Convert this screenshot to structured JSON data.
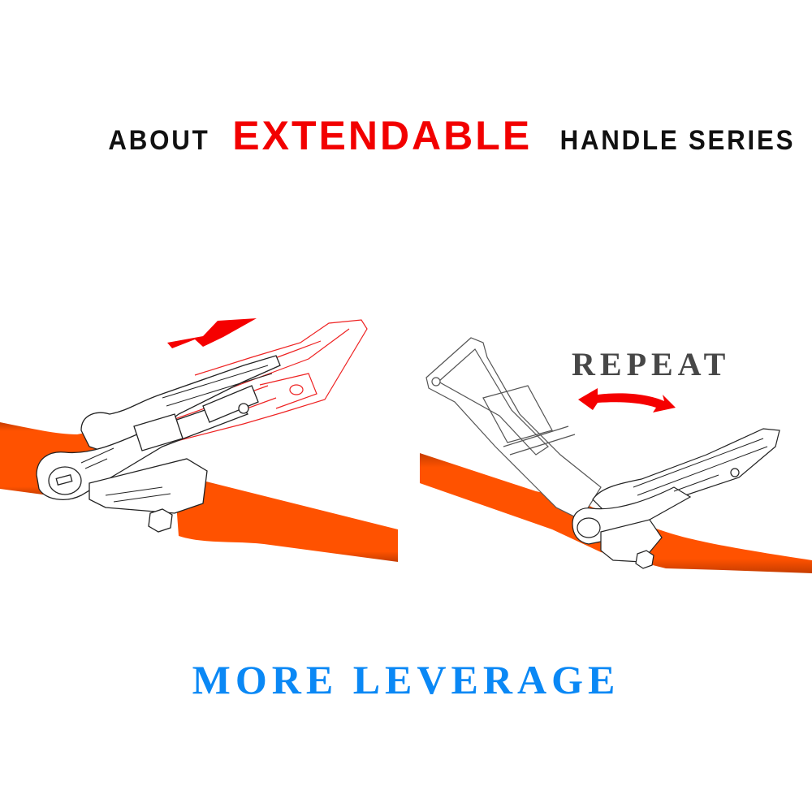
{
  "headline": {
    "prefix": "ABOUT",
    "emphasis": "EXTENDABLE",
    "suffix": "HANDLE SERIES",
    "colors": {
      "prefix": "#111111",
      "emphasis": "#f20000",
      "suffix": "#111111"
    }
  },
  "illustrations": {
    "left": {
      "description": "ratchet buckle with extendable handle pulled out along orange strap",
      "arrow_icon": "right-arrow-icon",
      "arrow_color": "#f50000",
      "strap_color": "#ff5200"
    },
    "right": {
      "label": "REPEAT",
      "label_color": "#474747",
      "arrow_icon": "double-curved-arrow-icon",
      "arrow_color": "#f50000",
      "strap_color": "#ff5200"
    }
  },
  "footer": {
    "text": "MORE LEVERAGE",
    "color": "#0a88f5"
  }
}
